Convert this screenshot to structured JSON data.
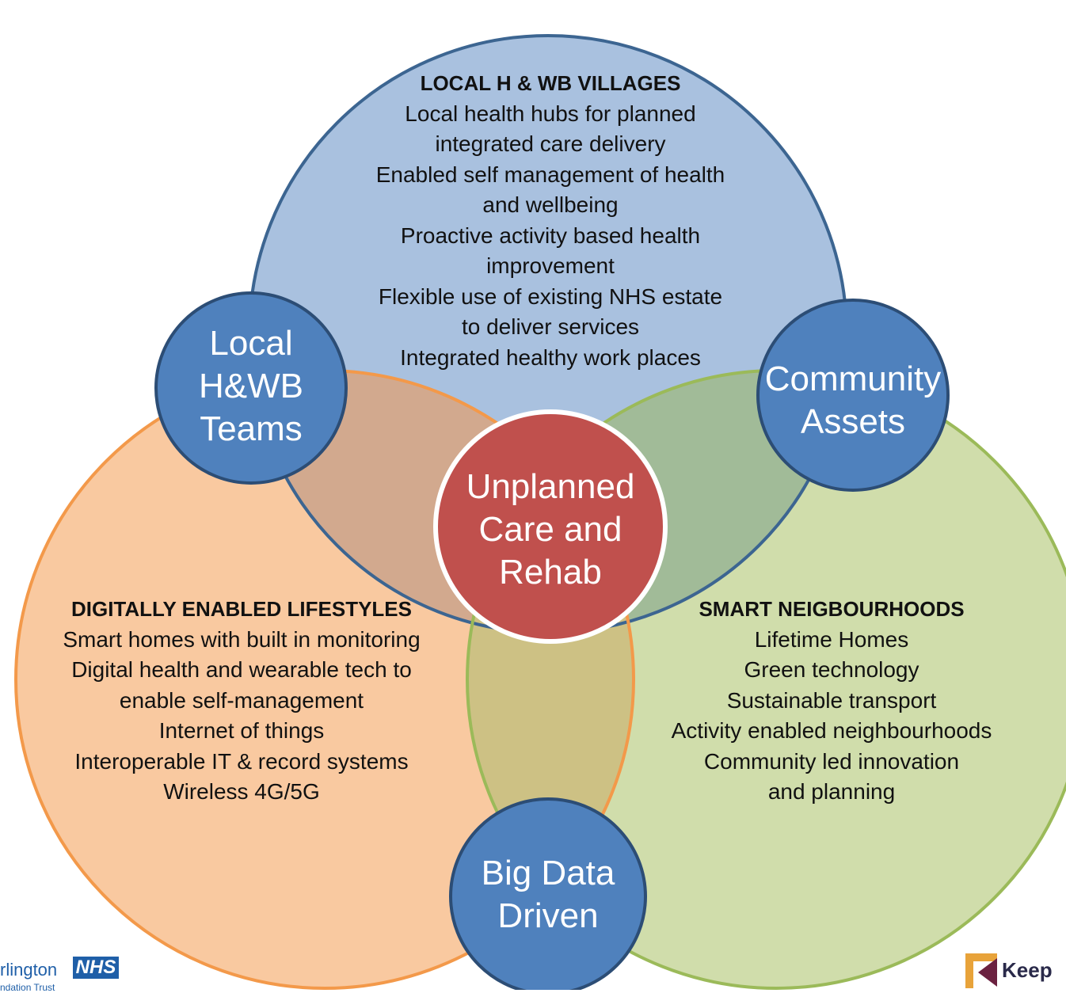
{
  "colors": {
    "villages_fill": "#a9c1df",
    "villages_stroke": "#3c6591",
    "digital_fill": "#f9c9a0",
    "digital_stroke": "#f3994a",
    "smart_fill": "#d0ddab",
    "smart_stroke": "#9bba59",
    "overlap_villages_digital": "#d2a98e",
    "overlap_villages_smart": "#a1bb98",
    "overlap_digital_smart": "#cdc184",
    "node_fill": "#4f81bd",
    "node_stroke": "#2c4d75",
    "center_fill": "#c0504d",
    "center_stroke": "#ffffff"
  },
  "villages": {
    "heading": "LOCAL H & WB VILLAGES",
    "lines": [
      "Local health hubs for planned",
      "integrated care delivery",
      "Enabled self management of health",
      "and wellbeing",
      "Proactive  activity based health",
      "improvement",
      "Flexible use of existing NHS estate",
      "to deliver services",
      "Integrated healthy work places"
    ]
  },
  "digital": {
    "heading": "DIGITALLY ENABLED LIFESTYLES",
    "lines": [
      "Smart homes with built in monitoring",
      "Digital health and wearable tech to",
      "enable self-management",
      "Internet of things",
      "Interoperable IT & record systems",
      "Wireless  4G/5G"
    ]
  },
  "smart": {
    "heading": "SMART NEIGBOURHOODS",
    "lines": [
      "Lifetime Homes",
      "Green technology",
      "Sustainable transport",
      "Activity enabled neighbourhoods",
      "Community led innovation",
      "and planning"
    ]
  },
  "nodes": {
    "teams": [
      "Local",
      "H&WB",
      "Teams"
    ],
    "assets": [
      "Community",
      "Assets"
    ],
    "bigdata": [
      "Big Data",
      "Driven"
    ],
    "center": [
      "Unplanned",
      "Care and",
      "Rehab"
    ]
  },
  "logos": {
    "nhs_place": "rlington",
    "nhs_mark": "NHS",
    "nhs_sub": "ndation Trust",
    "keep_word": "Keep"
  }
}
